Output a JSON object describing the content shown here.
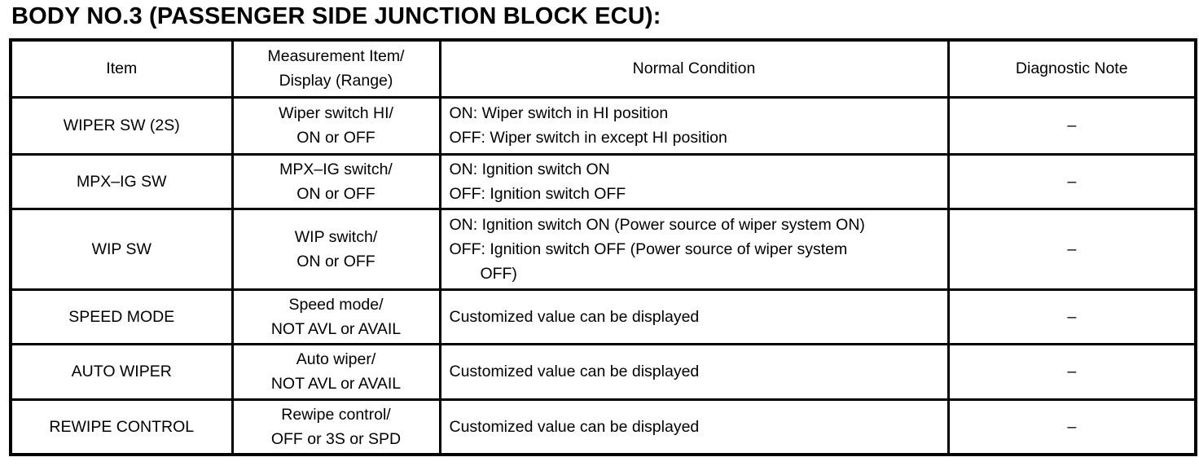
{
  "title": "BODY NO.3 (PASSENGER SIDE JUNCTION BLOCK ECU):",
  "table": {
    "headers": [
      "Item",
      "Measurement Item/\nDisplay (Range)",
      "Normal Condition",
      "Diagnostic Note"
    ],
    "rows": [
      {
        "item": "WIPER SW (2S)",
        "measurement": "Wiper switch HI/\nON or OFF",
        "normal_condition": "ON: Wiper switch in HI position\nOFF: Wiper switch in except HI position",
        "diagnostic_note": "–"
      },
      {
        "item": "MPX–IG SW",
        "measurement": "MPX–IG switch/\nON or OFF",
        "normal_condition": "ON: Ignition switch ON\nOFF: Ignition switch OFF",
        "diagnostic_note": "–"
      },
      {
        "item": "WIP SW",
        "measurement": "WIP switch/\nON or OFF",
        "normal_condition": "ON: Ignition switch ON (Power source of wiper system ON)\nOFF: Ignition switch OFF (Power source of wiper system\n       OFF)",
        "diagnostic_note": "–"
      },
      {
        "item": "SPEED MODE",
        "measurement": "Speed mode/\nNOT AVL or AVAIL",
        "normal_condition": "Customized value can be displayed",
        "diagnostic_note": "–"
      },
      {
        "item": "AUTO WIPER",
        "measurement": "Auto wiper/\nNOT AVL or AVAIL",
        "normal_condition": "Customized value can be displayed",
        "diagnostic_note": "–"
      },
      {
        "item": "REWIPE CONTROL",
        "measurement": "Rewipe control/\nOFF or 3S or SPD",
        "normal_condition": "Customized value can be displayed",
        "diagnostic_note": "–"
      }
    ]
  }
}
